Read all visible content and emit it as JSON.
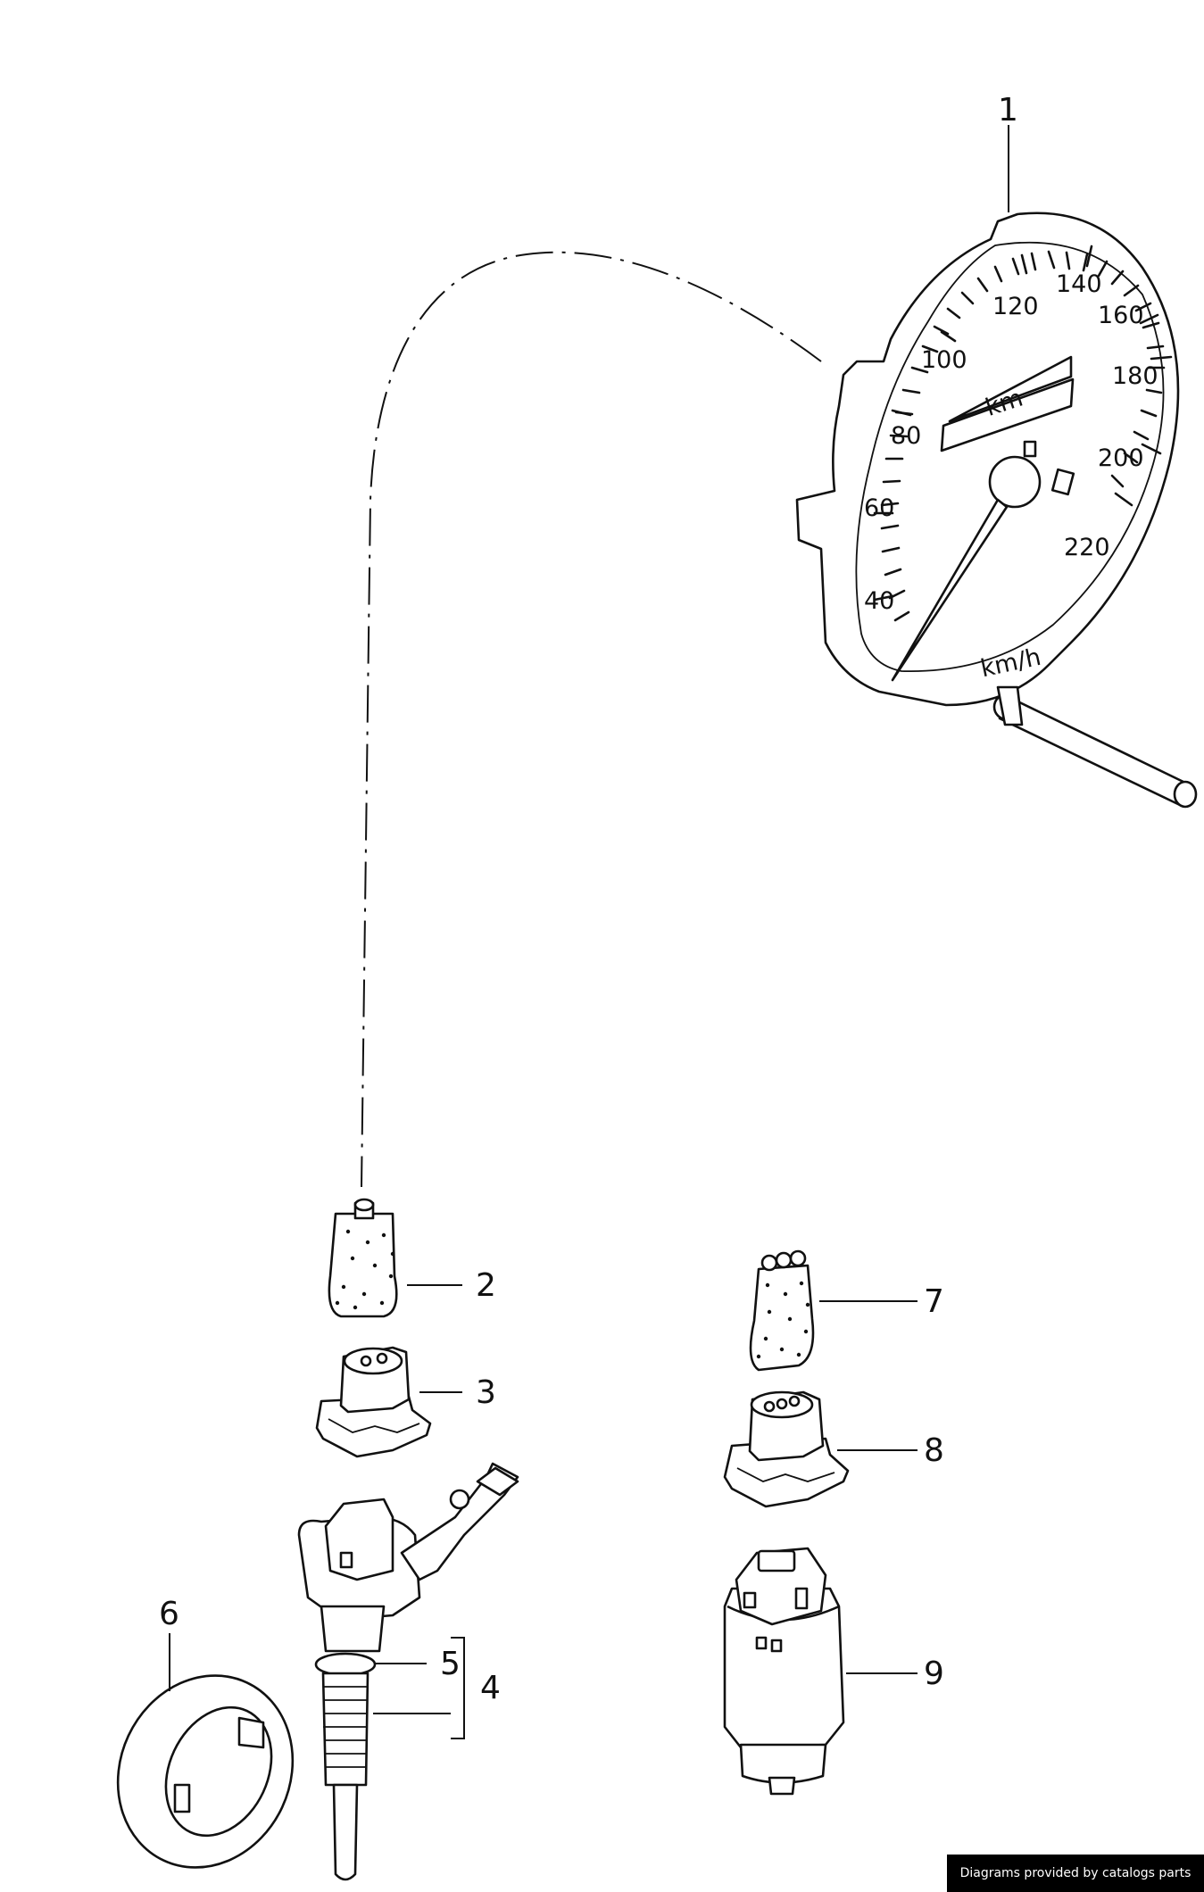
{
  "speedometer": {
    "unit_label": "km/h",
    "odometer_label": "km",
    "speed_labels": [
      "40",
      "60",
      "80",
      "100",
      "120",
      "140",
      "160",
      "180",
      "200",
      "220"
    ]
  },
  "callouts": [
    {
      "id": "c1",
      "label": "1"
    },
    {
      "id": "c2",
      "label": "2"
    },
    {
      "id": "c3",
      "label": "3"
    },
    {
      "id": "c4",
      "label": "4"
    },
    {
      "id": "c5",
      "label": "5"
    },
    {
      "id": "c6",
      "label": "6"
    },
    {
      "id": "c7",
      "label": "7"
    },
    {
      "id": "c8",
      "label": "8"
    },
    {
      "id": "c9",
      "label": "9"
    }
  ],
  "footer": {
    "credit": "Diagrams provided by catalogs parts"
  }
}
